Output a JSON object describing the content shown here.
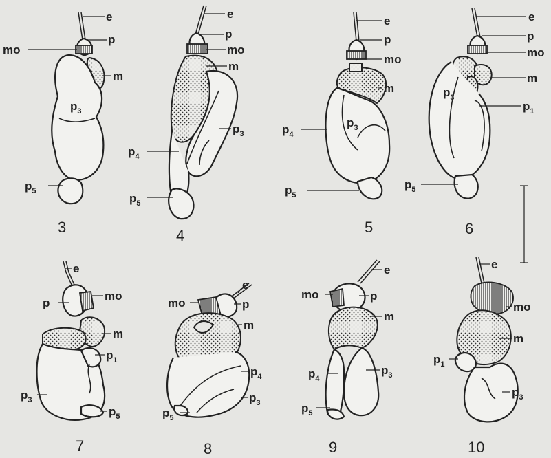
{
  "figures": [
    {
      "number": "3",
      "labels": {
        "e": "e",
        "p": "p",
        "mo": "mo",
        "m": "m",
        "p3": "p3",
        "p5": "p5"
      }
    },
    {
      "number": "4",
      "labels": {
        "e": "e",
        "p": "p",
        "mo": "mo",
        "m": "m",
        "p3": "p3",
        "p4": "p4",
        "p5": "p5"
      }
    },
    {
      "number": "5",
      "labels": {
        "e": "e",
        "p": "p",
        "mo": "mo",
        "m": "m",
        "p3": "p3",
        "p4": "p4",
        "p5": "p5"
      }
    },
    {
      "number": "6",
      "labels": {
        "e": "e",
        "p": "p",
        "mo": "mo",
        "m": "m",
        "p1": "p1",
        "p3": "p3",
        "p5": "p5"
      }
    },
    {
      "number": "7",
      "labels": {
        "e": "e",
        "p": "p",
        "mo": "mo",
        "m": "m",
        "p1": "p1",
        "p3": "p3",
        "p5": "p5"
      }
    },
    {
      "number": "8",
      "labels": {
        "e": "e",
        "p": "p",
        "mo": "mo",
        "m": "m",
        "p3": "p3",
        "p4": "p4",
        "p5": "p5"
      }
    },
    {
      "number": "9",
      "labels": {
        "e": "e",
        "p": "p",
        "mo": "mo",
        "m": "m",
        "p3": "p3",
        "p4": "p4",
        "p5": "p5"
      }
    },
    {
      "number": "10",
      "labels": {
        "e": "e",
        "mo": "mo",
        "m": "m",
        "p1": "p1",
        "p3": "p3"
      }
    }
  ],
  "scale_bar": {
    "label": ""
  }
}
